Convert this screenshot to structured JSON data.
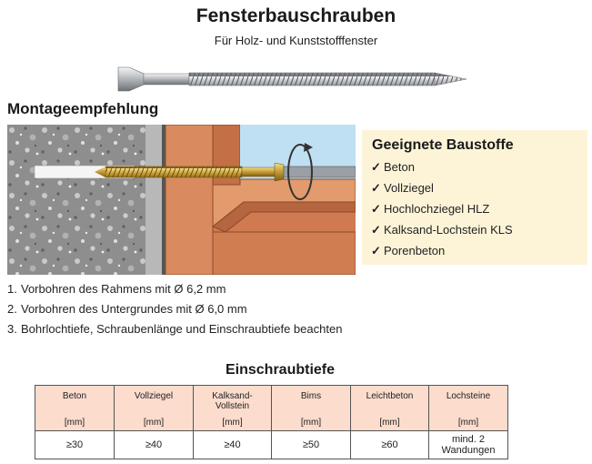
{
  "header": {
    "title": "Fensterbauschrauben",
    "subtitle": "Für Holz- und Kunststofffenster"
  },
  "section_heading": "Montageempfehlung",
  "materials": {
    "title": "Geeignete Baustoffe",
    "check_symbol": "✓",
    "items": [
      "Beton",
      "Vollziegel",
      "Hochlochziegel HLZ",
      "Kalksand-Lochstein KLS",
      "Porenbeton"
    ]
  },
  "steps": [
    {
      "num": "1.",
      "text": "Vorbohren des Rahmens mit Ø 6,2 mm"
    },
    {
      "num": "2.",
      "text": "Vorbohren des Untergrundes mit Ø 6,0 mm"
    },
    {
      "num": "3.",
      "text": "Bohrlochtiefe, Schraubenlänge und Einschraubtiefe beachten"
    }
  ],
  "table": {
    "title": "Einschraubtiefe",
    "unit": "[mm]",
    "columns": [
      {
        "name_lines": [
          "Beton"
        ],
        "value_lines": [
          "≥30"
        ]
      },
      {
        "name_lines": [
          "Vollziegel"
        ],
        "value_lines": [
          "≥40"
        ]
      },
      {
        "name_lines": [
          "Kalksand-",
          "Vollstein"
        ],
        "value_lines": [
          "≥40"
        ]
      },
      {
        "name_lines": [
          "Bims"
        ],
        "value_lines": [
          "≥50"
        ]
      },
      {
        "name_lines": [
          "Leichtbeton"
        ],
        "value_lines": [
          "≥60"
        ]
      },
      {
        "name_lines": [
          "Lochsteine"
        ],
        "value_lines": [
          "mind. 2",
          "Wandungen"
        ]
      }
    ]
  },
  "colors": {
    "header_row_bg": "#fbdccd",
    "materials_bg": "#fdf4d8",
    "brick": "#cf7a50",
    "concrete": "#8d8d8d",
    "glass": "#bfe0f2"
  }
}
